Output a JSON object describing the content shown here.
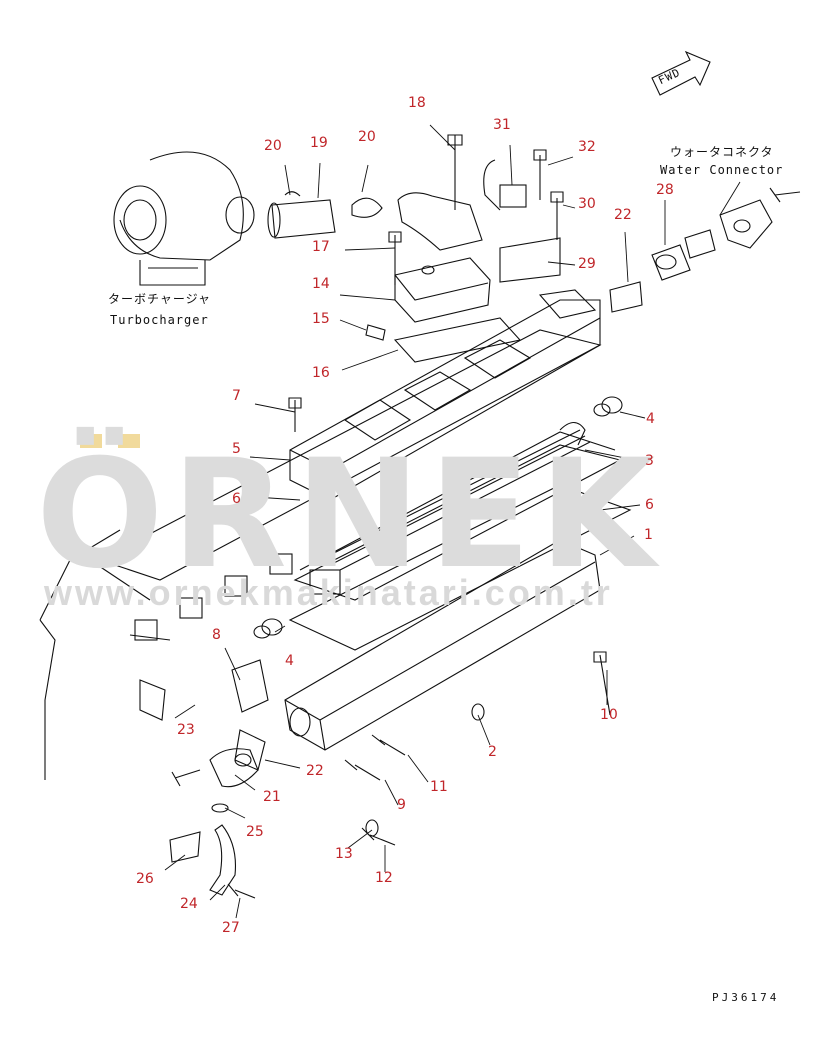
{
  "watermark": {
    "brand": "ÖRNEK",
    "url": "www.ornekmakinatari.com.tr"
  },
  "labels": {
    "turbocharger_jp": "ターボチャージャ",
    "turbocharger_en": "Turbocharger",
    "water_connector_jp": "ウォータコネクタ",
    "water_connector_en": "Water Connector",
    "fwd": "FWD"
  },
  "drawing_code": "PJ36174",
  "callouts": [
    "1",
    "2",
    "3",
    "4",
    "4",
    "5",
    "6",
    "6",
    "7",
    "8",
    "9",
    "10",
    "11",
    "12",
    "13",
    "14",
    "15",
    "16",
    "17",
    "18",
    "19",
    "20",
    "20",
    "21",
    "22",
    "22",
    "23",
    "24",
    "25",
    "26",
    "27",
    "28",
    "29",
    "30",
    "31",
    "32"
  ],
  "colors": {
    "callout": "#c0262a",
    "line": "#111111",
    "watermark": "#d9d9d9",
    "watermark_accent": "#e8c25a"
  }
}
